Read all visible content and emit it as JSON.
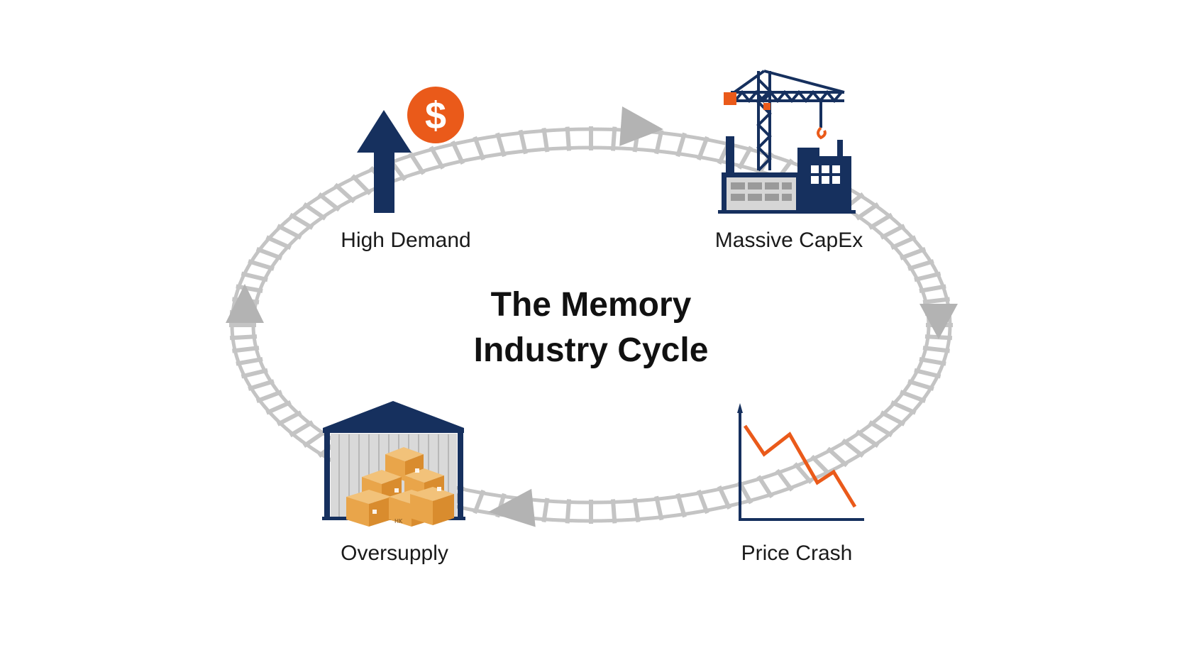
{
  "title": {
    "line1": "The Memory",
    "line2": "Industry Cycle"
  },
  "stages": [
    {
      "id": "high-demand",
      "label": "High Demand",
      "icon": "up-arrow-dollar-icon"
    },
    {
      "id": "massive-capex",
      "label": "Massive CapEx",
      "icon": "factory-crane-icon"
    },
    {
      "id": "price-crash",
      "label": "Price Crash",
      "icon": "falling-price-chart-icon"
    },
    {
      "id": "oversupply",
      "label": "Oversupply",
      "icon": "warehouse-boxes-icon"
    }
  ],
  "icon_glyphs": {
    "dollar": "$",
    "box_mark": "HK"
  },
  "colors": {
    "navy": "#16305e",
    "orange": "#ea5a1a",
    "track": "#b9b9b9",
    "box": "#e9a54a",
    "text": "#1a1a1a"
  }
}
